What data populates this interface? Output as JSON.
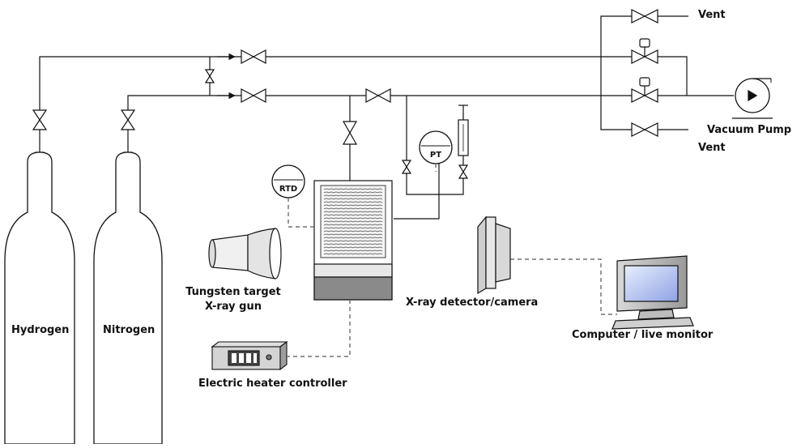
{
  "labels": {
    "vent_top": "Vent",
    "vent_bottom": "Vent",
    "vacuum_pump": "Vacuum Pump",
    "hydrogen": "Hydrogen",
    "nitrogen": "Nitrogen",
    "rtd": "RTD",
    "pt": "PT",
    "xray_gun_line1": "Tungsten target",
    "xray_gun_line2": "X-ray gun",
    "detector": "X-ray detector/camera",
    "computer": "Computer / live monitor",
    "heater": "Electric heater controller"
  }
}
